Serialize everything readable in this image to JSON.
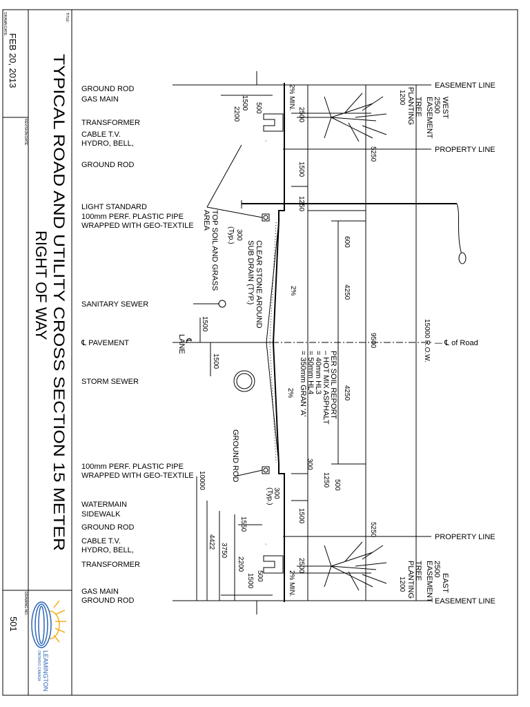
{
  "title_block": {
    "drawing_title_line1": "TYPICAL ROAD AND UTILITY CROSS SECTION 15 METER",
    "drawing_title_line2": "RIGHT OF WAY",
    "date": "FEB 20, 2013",
    "drawing_no": "501",
    "field_title": "TITLE:",
    "field_date": "DRAWN DATE:",
    "field_revision": "REVISION DATE:",
    "field_drawing_no": "DRAWING NO.:",
    "logo_name": "LEAMINGTON",
    "logo_sub": "ONTARIO CANADA"
  },
  "left_labels": {
    "ground_rod_top": "GROUND ROD",
    "gas_main_top": "GAS MAIN",
    "transformer_top": "TRANSFORMER",
    "cable_tv_top": "CABLE T.V.",
    "hydro_bell_top": "HYDRO, BELL,",
    "ground_rod_2": "GROUND ROD",
    "light_standard": "LIGHT STANDARD",
    "perf_pipe_top_1": "100mm PERF. PLASTIC PIPE",
    "perf_pipe_top_2": "WRAPPED WITH GEO-TEXTILE",
    "sanitary_sewer": "SANITARY SEWER",
    "pavement_cl": "℄ PAVEMENT",
    "storm_sewer": "STORM SEWER",
    "perf_pipe_bot_1": "100mm PERF. PLASTIC PIPE",
    "perf_pipe_bot_2": "WRAPPED WITH GEO-TEXTILE",
    "watermain": "WATERMAIN",
    "sidewalk": "SIDEWALK",
    "ground_rod_3": "GROUND ROD",
    "cable_tv_bot": "CABLE T.V.",
    "hydro_bell_bot": "HYDRO, BELL,",
    "transformer_bot": "TRANSFORMER",
    "gas_main_bot": "GAS MAIN",
    "ground_rod_bot": "GROUND ROD"
  },
  "right_labels": {
    "easement_top": "EASEMENT LINE",
    "property_top": "PROPERTY LINE",
    "cl_road": "— ℄ of Road",
    "property_bot": "PROPERTY LINE",
    "easement_bot": "EASEMENT LINE"
  },
  "notes": {
    "west": "WEST",
    "west_easement_1": "2500",
    "west_easement_2": "EASEMENT",
    "east": "EAST",
    "east_easement_1": "2500",
    "east_easement_2": "EASEMENT",
    "tree_1": "TREE",
    "tree_2": "PLANTING",
    "tree_dim": "1200",
    "topsoil_1": "TOP SOIL AND GRASS",
    "topsoil_2": "AREA",
    "clear_stone_1": "CLEAR STONE AROUND",
    "clear_stone_2": "SUB DRAIN (TYP.)",
    "ground_rod_v": "GROUND ROD",
    "lane_1": "℄",
    "lane_2": "LANE",
    "soil_1": "PER SOIL REPORT",
    "soil_2": "– HOT MIX ASPHALT",
    "soil_3": "= 40mm HL3",
    "soil_4": "= 50mm HL4",
    "soil_5": "= 350mm GRAN 'A'",
    "slope_min": "2% MIN.",
    "slope": "2%",
    "typ": "(Typ.)",
    "row": "15000 R.O.W."
  },
  "dims": {
    "d1500": "1500",
    "d500": "500",
    "d2200": "2200",
    "d2500": "2500",
    "d5250": "5250",
    "d1250": "1250",
    "d600": "600",
    "d300": "300",
    "d4250": "4250",
    "d9500": "9500",
    "d1550": "1550",
    "d3750": "3750",
    "d4422": "4422",
    "d10000": "10000"
  }
}
